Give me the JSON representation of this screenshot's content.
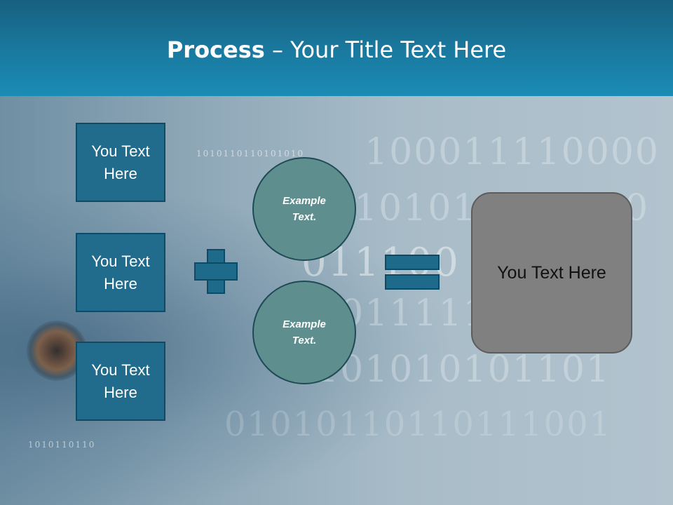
{
  "header": {
    "title_bold": "Process",
    "title_rest": " – Your Title Text Here"
  },
  "inputs": [
    {
      "label": "You Text Here"
    },
    {
      "label": "You Text Here"
    },
    {
      "label": "You Text Here"
    }
  ],
  "operators": {
    "plus_icon": "plus-icon",
    "equals_icon": "equals-icon"
  },
  "circles": [
    {
      "label": "Example Text."
    },
    {
      "label": "Example Text."
    }
  ],
  "result": {
    "label": "You Text Here"
  },
  "colors": {
    "header": "#1a7aa0",
    "box": "#216b8c",
    "circle": "#5e8f8e",
    "result": "#808080"
  }
}
